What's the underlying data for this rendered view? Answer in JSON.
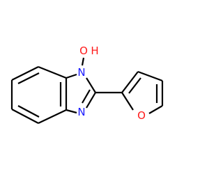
{
  "molecule": {
    "colors": {
      "bond": "#000000",
      "nitrogen": "#1a1aff",
      "oxygen": "#ff1a1a",
      "background": "#ffffff"
    },
    "labels": {
      "hydroxyl_oxygen": "O",
      "hydroxyl_hydrogen": "H",
      "n1": "N",
      "n3": "N",
      "furan_oxygen": "O"
    }
  }
}
